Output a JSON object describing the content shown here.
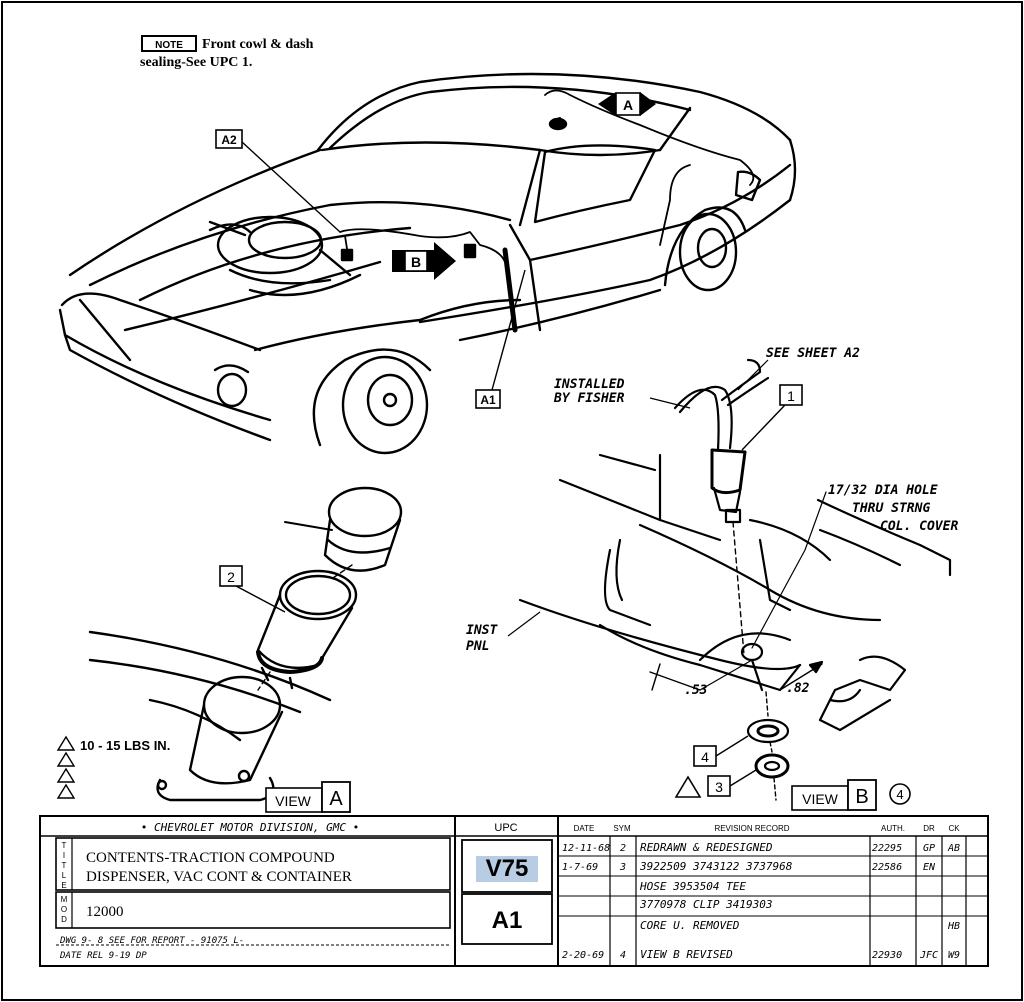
{
  "note": {
    "badge": "NOTE",
    "line1": "Front cowl & dash",
    "line2": "sealing-See UPC 1."
  },
  "callouts": {
    "a2": "A2",
    "a1": "A1",
    "view_a_arrow": "A",
    "view_b_arrow": "B",
    "part1": "1",
    "part2": "2",
    "part3": "3",
    "part4": "4"
  },
  "labels": {
    "see_sheet": "SEE SHEET A2",
    "installed_1": "INSTALLED",
    "installed_2": "BY FISHER",
    "hole_1": "17/32 DIA HOLE",
    "hole_2": "THRU STRNG",
    "hole_3": "COL. COVER",
    "inst_1": "INST",
    "inst_2": "PNL",
    "dim_53": ".53",
    "dim_82": ".82",
    "torque": "10 - 15   LBS IN.",
    "view_word": "VIEW",
    "view_a_letter": "A",
    "view_b_letter": "B",
    "view_b_rev": "4"
  },
  "title_block": {
    "division": "• CHEVROLET MOTOR DIVISION, GMC •",
    "title_vertical": [
      "T",
      "I",
      "T",
      "L",
      "E"
    ],
    "mod_vertical": [
      "M",
      "O",
      "D"
    ],
    "title_line1": "CONTENTS-TRACTION COMPOUND",
    "title_line2": "DISPENSER, VAC CONT & CONTAINER",
    "mod_value": "12000",
    "dwg_line1": "DWG 9- 8        SEE FOR REPORT - 91075   L-",
    "dwg_line2": "DATE REL 9-19    DP",
    "upc_header": "UPC",
    "upc_code": "V75",
    "sheet": "A1",
    "headers": {
      "date": "DATE",
      "sym": "SYM",
      "revision": "REVISION RECORD",
      "auth": "AUTH.",
      "dr": "DR",
      "ck": "CK"
    },
    "revisions": [
      {
        "date": "12-11-68",
        "sym": "2",
        "text": "REDRAWN & REDESIGNED",
        "auth": "22295",
        "dr": "GP",
        "ck": "AB"
      },
      {
        "date": "1-7-69",
        "sym": "3",
        "text": "3922509 3743122 3737968",
        "auth": "22586",
        "dr": "EN",
        "ck": ""
      },
      {
        "date": "",
        "sym": "",
        "text": "HOSE 3953504 TEE",
        "auth": "",
        "dr": "",
        "ck": ""
      },
      {
        "date": "",
        "sym": "",
        "text": "3770978 CLIP 3419303",
        "auth": "",
        "dr": "",
        "ck": ""
      },
      {
        "date": "",
        "sym": "",
        "text": "CORE U. REMOVED",
        "auth": "",
        "dr": "",
        "ck": "HB"
      },
      {
        "date": "2-20-69",
        "sym": "4",
        "text": "VIEW B REVISED",
        "auth": "22930",
        "dr": "JFC",
        "ck": "W9"
      }
    ]
  }
}
